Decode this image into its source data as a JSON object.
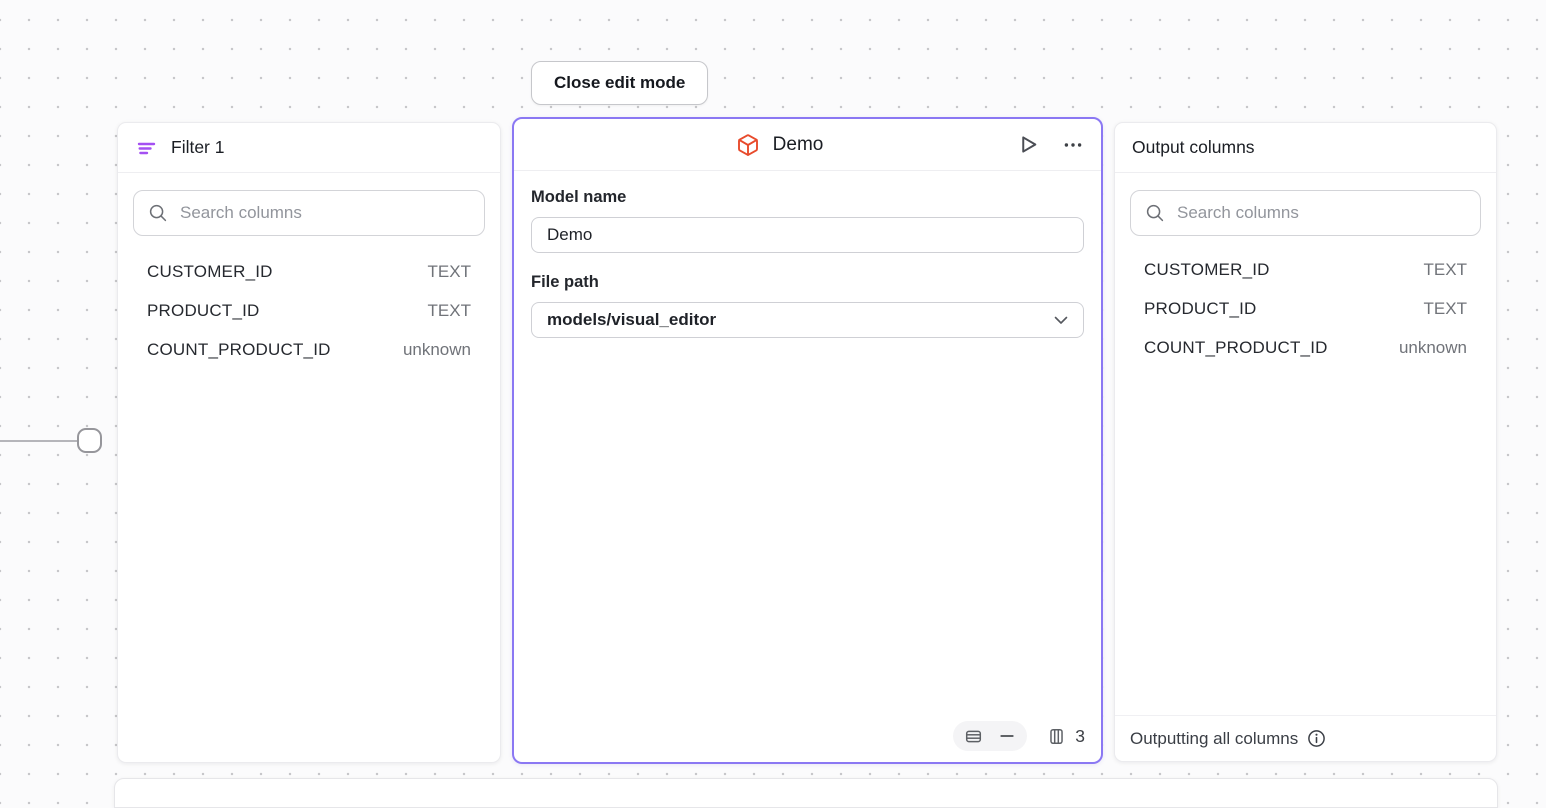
{
  "toolbar": {
    "close_edit_label": "Close edit mode"
  },
  "filter_panel": {
    "title": "Filter 1",
    "search_placeholder": "Search columns",
    "columns": [
      {
        "name": "CUSTOMER_ID",
        "type": "TEXT"
      },
      {
        "name": "PRODUCT_ID",
        "type": "TEXT"
      },
      {
        "name": "COUNT_PRODUCT_ID",
        "type": "unknown"
      }
    ]
  },
  "model_panel": {
    "title": "Demo",
    "model_name_label": "Model name",
    "model_name_value": "Demo",
    "file_path_label": "File path",
    "file_path_value": "models/visual_editor",
    "column_count": "3"
  },
  "output_panel": {
    "title": "Output columns",
    "search_placeholder": "Search columns",
    "columns": [
      {
        "name": "CUSTOMER_ID",
        "type": "TEXT"
      },
      {
        "name": "PRODUCT_ID",
        "type": "TEXT"
      },
      {
        "name": "COUNT_PRODUCT_ID",
        "type": "unknown"
      }
    ],
    "footer_text": "Outputting all columns"
  },
  "icons": {
    "filter": "filter-lines",
    "model": "cube",
    "run": "play-triangle",
    "menu": "ellipsis",
    "search": "magnifier",
    "rows_view": "table-rows",
    "collapse": "minus",
    "columns_view": "table-columns",
    "dropdown": "chevron-down",
    "info": "info-circle"
  },
  "colors": {
    "accent_border": "#8b78f3",
    "filter_icon": "#a450f2",
    "model_icon": "#e84b2c",
    "canvas_dot": "#c7c7ca"
  }
}
